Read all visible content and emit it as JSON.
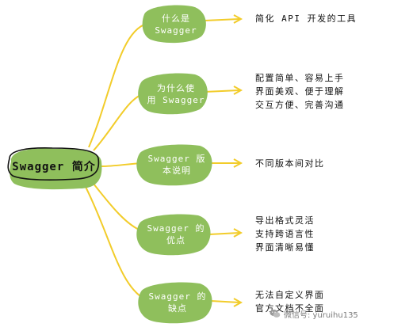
{
  "root": {
    "label": "Swagger 简介"
  },
  "branches": [
    {
      "label": "什么是\nSwagger",
      "details": [
        "简化 API 开发的工具"
      ]
    },
    {
      "label": "为什么使\n用 Swagger",
      "details": [
        "配置简单、容易上手",
        "界面美观、便于理解",
        "交互方便、完善沟通"
      ]
    },
    {
      "label": "Swagger 版\n本说明",
      "details": [
        "不同版本间对比"
      ]
    },
    {
      "label": "Swagger 的\n优点",
      "details": [
        "导出格式灵活",
        "支持跨语言性",
        "界面清晰易懂"
      ]
    },
    {
      "label": "Swagger 的\n缺点",
      "details": [
        "无法自定义界面",
        "官方文档不全面"
      ]
    }
  ],
  "watermark": {
    "text": "微信号: yuruihu135"
  },
  "colors": {
    "node_fill": "#8fbf5c",
    "connector": "#f2cc2a",
    "outline": "#111111"
  }
}
